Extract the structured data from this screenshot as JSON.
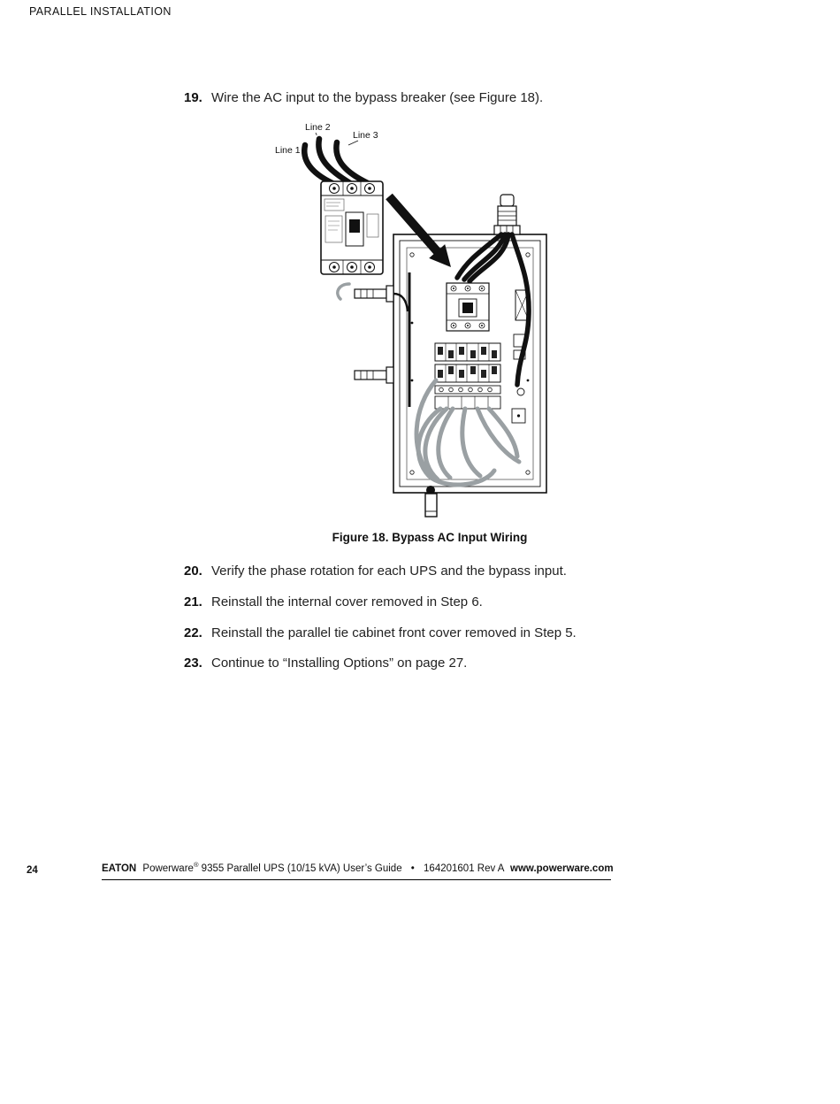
{
  "page": {
    "header": "PARALLEL INSTALLATION"
  },
  "steps": [
    {
      "num": "19.",
      "text": "Wire the AC input to the bypass breaker (see Figure 18)."
    },
    {
      "num": "20.",
      "text": "Verify the phase rotation for each UPS and the bypass input."
    },
    {
      "num": "21.",
      "text": "Reinstall the internal cover removed in Step 6."
    },
    {
      "num": "22.",
      "text": "Reinstall the parallel tie cabinet front cover removed in Step 5."
    },
    {
      "num": "23.",
      "text": "Continue to “Installing Options” on page 27."
    }
  ],
  "figure": {
    "caption": "Figure 18. Bypass AC Input Wiring",
    "labels": {
      "line1": "Line 1",
      "line2": "Line 2",
      "line3": "Line 3"
    }
  },
  "footer": {
    "page_number": "24",
    "brand": "EATON",
    "product": "Powerware",
    "reg_mark": "®",
    "guide": "9355 Parallel UPS (10/15 kVA) User’s Guide",
    "separator": "•",
    "doc_rev": "164201601 Rev A",
    "website": "www.powerware.com"
  }
}
